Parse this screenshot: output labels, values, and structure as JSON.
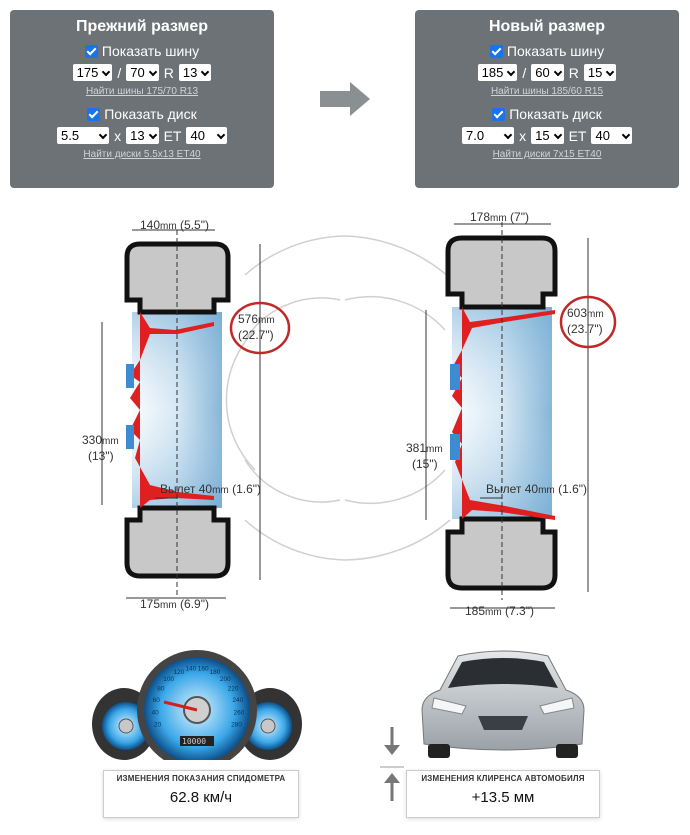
{
  "old_size": {
    "title": "Прежний размер",
    "show_tire_label": "Показать шину",
    "tire_width": "175",
    "tire_profile": "70",
    "tire_r_label": "R",
    "tire_rim": "13",
    "slash": "/",
    "find_tires_link": "Найти шины 175/70 R13",
    "show_disk_label": "Показать диск",
    "disk_width": "5.5",
    "disk_x": "x",
    "disk_diameter": "13",
    "disk_et_label": "ET",
    "disk_et": "40",
    "find_disks_link": "Найти диски 5.5x13 ET40"
  },
  "new_size": {
    "title": "Новый размер",
    "show_tire_label": "Показать шину",
    "tire_width": "185",
    "tire_profile": "60",
    "tire_r_label": "R",
    "tire_rim": "15",
    "slash": "/",
    "find_tires_link": "Найти шины 185/60 R15",
    "show_disk_label": "Показать диск",
    "disk_width": "7.0",
    "disk_x": "x",
    "disk_diameter": "15",
    "disk_et_label": "ET",
    "disk_et": "40",
    "find_disks_link": "Найти диски 7x15 ET40"
  },
  "old_diagram": {
    "disk_width_mm": "140",
    "disk_width_in": "(5.5\")",
    "outer_diameter_mm": "576",
    "outer_diameter_in": "(22.7\")",
    "rim_diameter_mm": "330",
    "rim_diameter_in": "(13\")",
    "offset_label": "Вылет 40",
    "offset_in": "(1.6\")",
    "tire_width_mm": "175",
    "tire_width_in": "(6.9\")"
  },
  "new_diagram": {
    "disk_width_mm": "178",
    "disk_width_in": "(7\")",
    "outer_diameter_mm": "603",
    "outer_diameter_in": "(23.7\")",
    "rim_diameter_mm": "381",
    "rim_diameter_in": "(15\")",
    "offset_label": "Вылет 40",
    "offset_in": "(1.6\")",
    "tire_width_mm": "185",
    "tire_width_in": "(7.3\")"
  },
  "mm_unit": "mm",
  "speedometer": {
    "label": "ИЗМЕНЕНИЯ ПОКАЗАНИЯ СПИДОМЕТРА",
    "value": "62.8 км/ч",
    "odometer": "10000",
    "ticks": [
      "20",
      "40",
      "60",
      "80",
      "100",
      "120",
      "140",
      "160",
      "180",
      "200",
      "220",
      "240",
      "260",
      "280"
    ]
  },
  "clearance": {
    "label": "ИЗМЕНЕНИЯ КЛИРЕНСА АВТОМОБИЛЯ",
    "value": "+13.5 мм"
  },
  "colors": {
    "panel_bg": "#6c7275",
    "highlight_red": "#e02020",
    "arrow_grey": "#8a8f92"
  }
}
